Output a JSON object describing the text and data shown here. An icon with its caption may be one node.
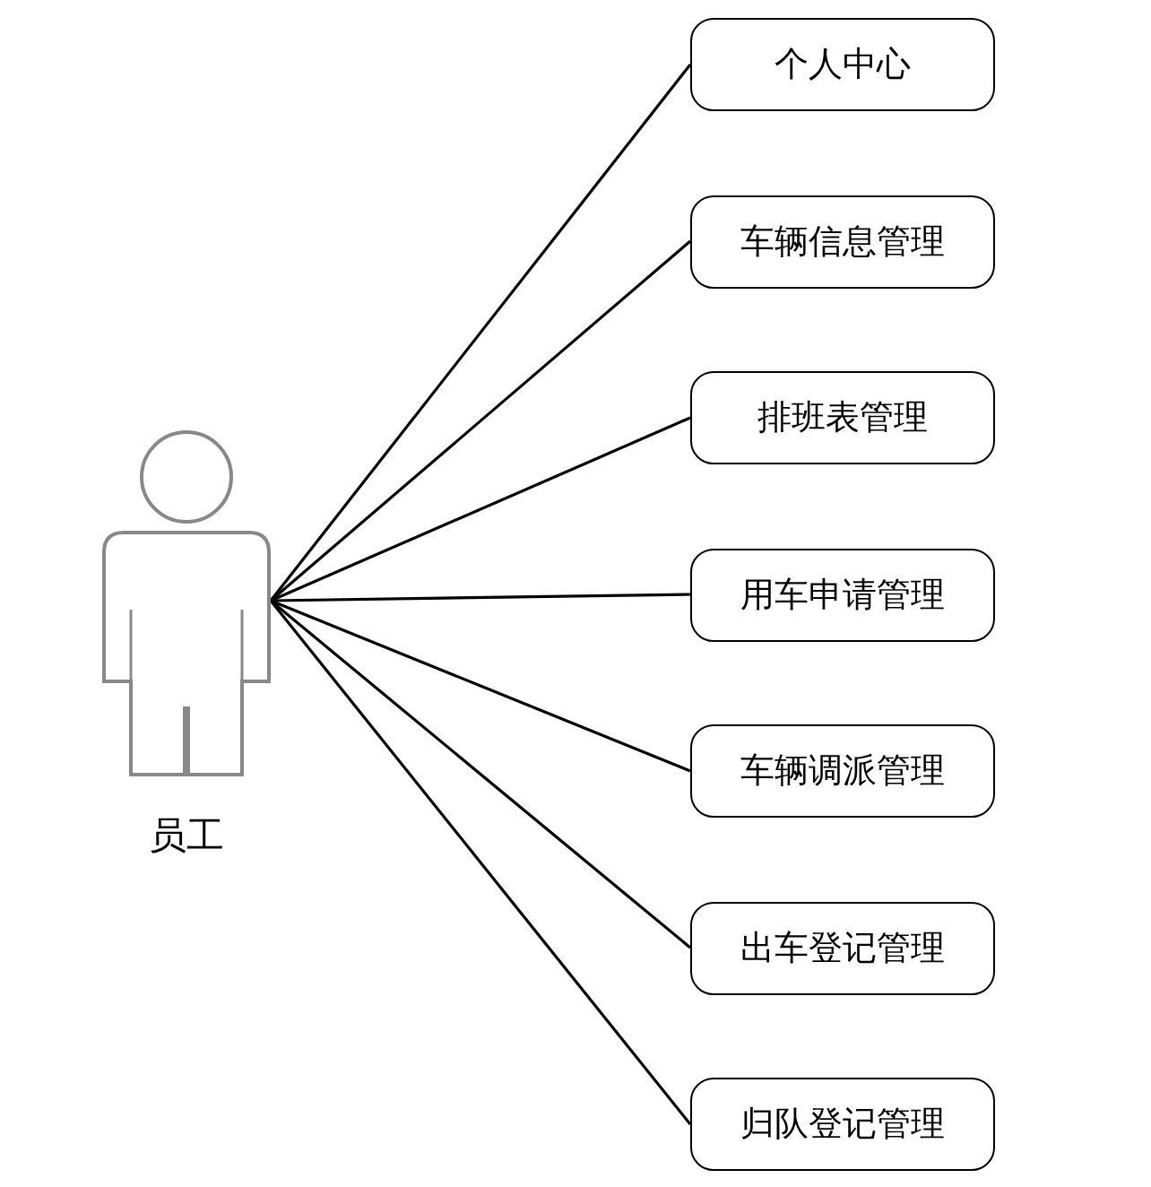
{
  "diagram": {
    "nodes": [
      {
        "text": [
          "员工"
        ]
      },
      {
        "text": [
          "个人中心"
        ]
      },
      {
        "text": [
          "车辆信息管理"
        ]
      },
      {
        "text": [
          "排班表管理"
        ]
      },
      {
        "text": [
          "用车申请管理"
        ]
      },
      {
        "text": [
          "车辆调派管理"
        ]
      },
      {
        "text": [
          "出车登记管理"
        ]
      },
      {
        "text": [
          "归队登记管理"
        ]
      }
    ],
    "edges": [
      {
        "from": 0,
        "to": 1,
        "arrow": "none"
      },
      {
        "from": 0,
        "to": 2,
        "arrow": "none"
      },
      {
        "from": 0,
        "to": 3,
        "arrow": "none"
      },
      {
        "from": 0,
        "to": 4,
        "arrow": "none"
      },
      {
        "from": 0,
        "to": 5,
        "arrow": "none"
      },
      {
        "from": 0,
        "to": 6,
        "arrow": "none"
      },
      {
        "from": 0,
        "to": 7,
        "arrow": "none"
      }
    ]
  }
}
